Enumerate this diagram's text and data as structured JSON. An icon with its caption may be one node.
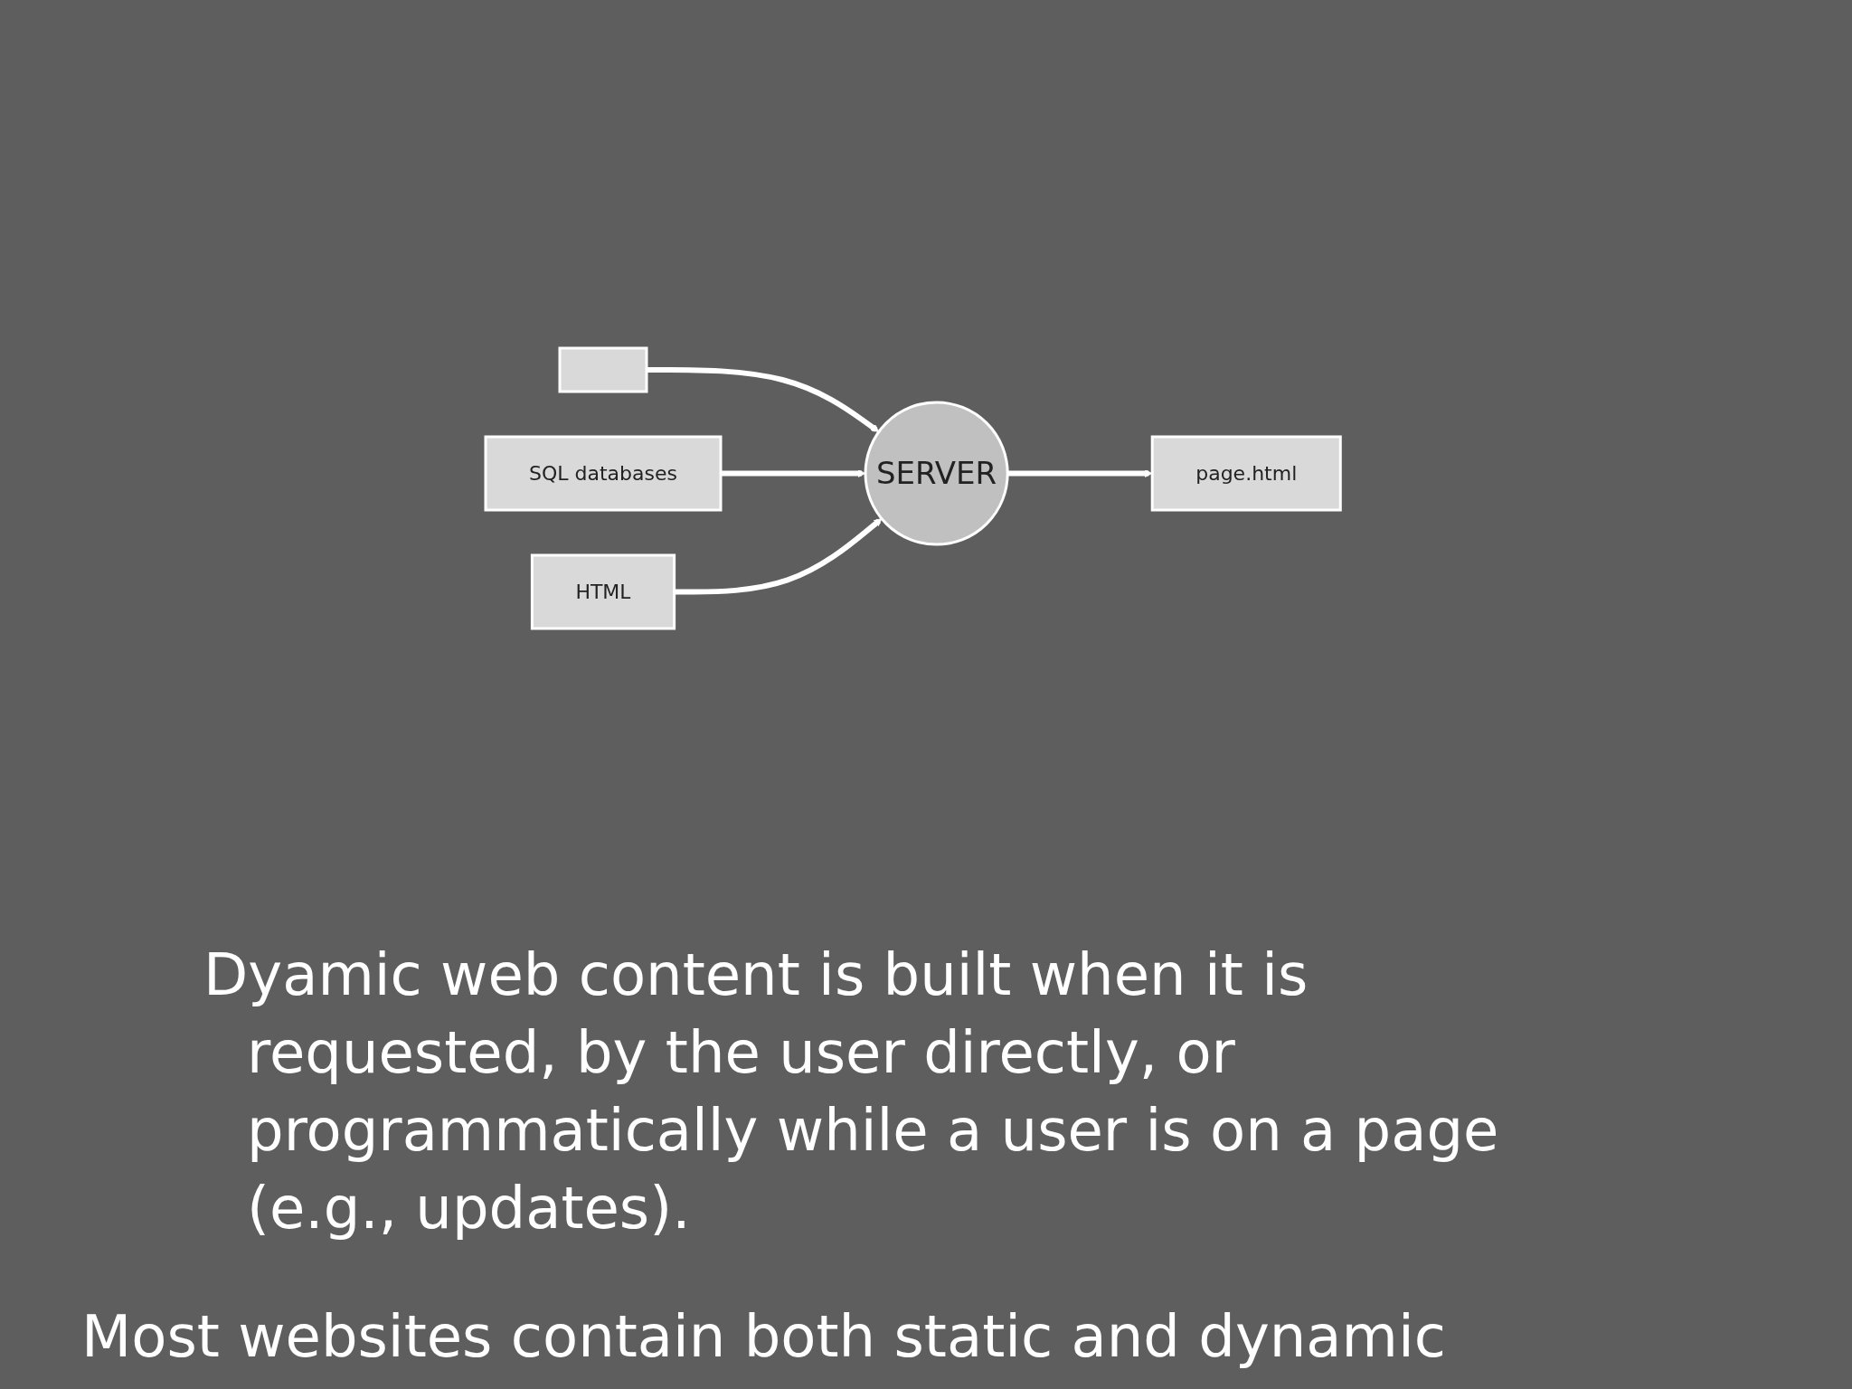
{
  "diagram": {
    "nodes": [
      {
        "text": [],
        "shape": "box"
      },
      {
        "text": [
          "SQL databases"
        ]
      },
      {
        "text": [
          "HTML"
        ]
      },
      {
        "text": [
          "SERVER"
        ]
      },
      {
        "text": [
          "page.html"
        ]
      }
    ],
    "edges": [
      {
        "from": 0,
        "to": 3,
        "arrow": "to"
      },
      {
        "from": 1,
        "to": 3,
        "arrow": "to"
      },
      {
        "from": 2,
        "to": 3,
        "arrow": "to"
      },
      {
        "from": 3,
        "to": 4,
        "arrow": "to"
      }
    ],
    "labels": [
      "Dyamic web content is built when it is requested, by the user directly, or programmatically while a user is on a page (e.g., updates).",
      "Most websites contain both static and dynamic"
    ]
  }
}
